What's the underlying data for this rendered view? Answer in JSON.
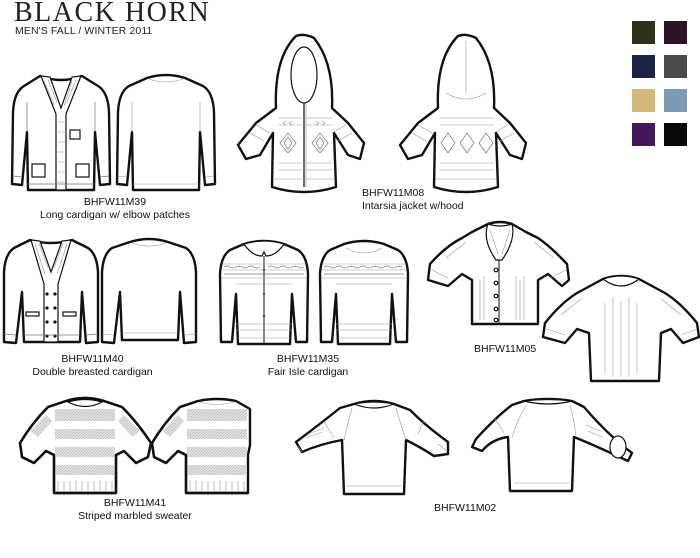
{
  "header": {
    "brand": "BLACK HORN",
    "season": "MEN'S FALL / WINTER 2011"
  },
  "palette": {
    "swatches": [
      {
        "name": "dark-olive",
        "hex": "#2b3319"
      },
      {
        "name": "dark-plum",
        "hex": "#2e1225"
      },
      {
        "name": "navy",
        "hex": "#1a2246"
      },
      {
        "name": "charcoal",
        "hex": "#4a4a4a"
      },
      {
        "name": "camel",
        "hex": "#d2bb7a"
      },
      {
        "name": "slate-blue",
        "hex": "#7b9bb5"
      },
      {
        "name": "purple",
        "hex": "#43195e"
      },
      {
        "name": "black",
        "hex": "#080808"
      }
    ]
  },
  "styles": [
    {
      "code": "BHFW11M39",
      "description": "Long cardigan w/ elbow patches"
    },
    {
      "code": "BHFW11M08",
      "description": "Intarsia jacket w/hood"
    },
    {
      "code": "BHFW11M40",
      "description": "Double breasted cardigan"
    },
    {
      "code": "BHFW11M35",
      "description": "Fair Isle cardigan"
    },
    {
      "code": "BHFW11M05",
      "description": ""
    },
    {
      "code": "BHFW11M41",
      "description": "Striped marbled sweater"
    },
    {
      "code": "BHFW11M02",
      "description": ""
    }
  ]
}
